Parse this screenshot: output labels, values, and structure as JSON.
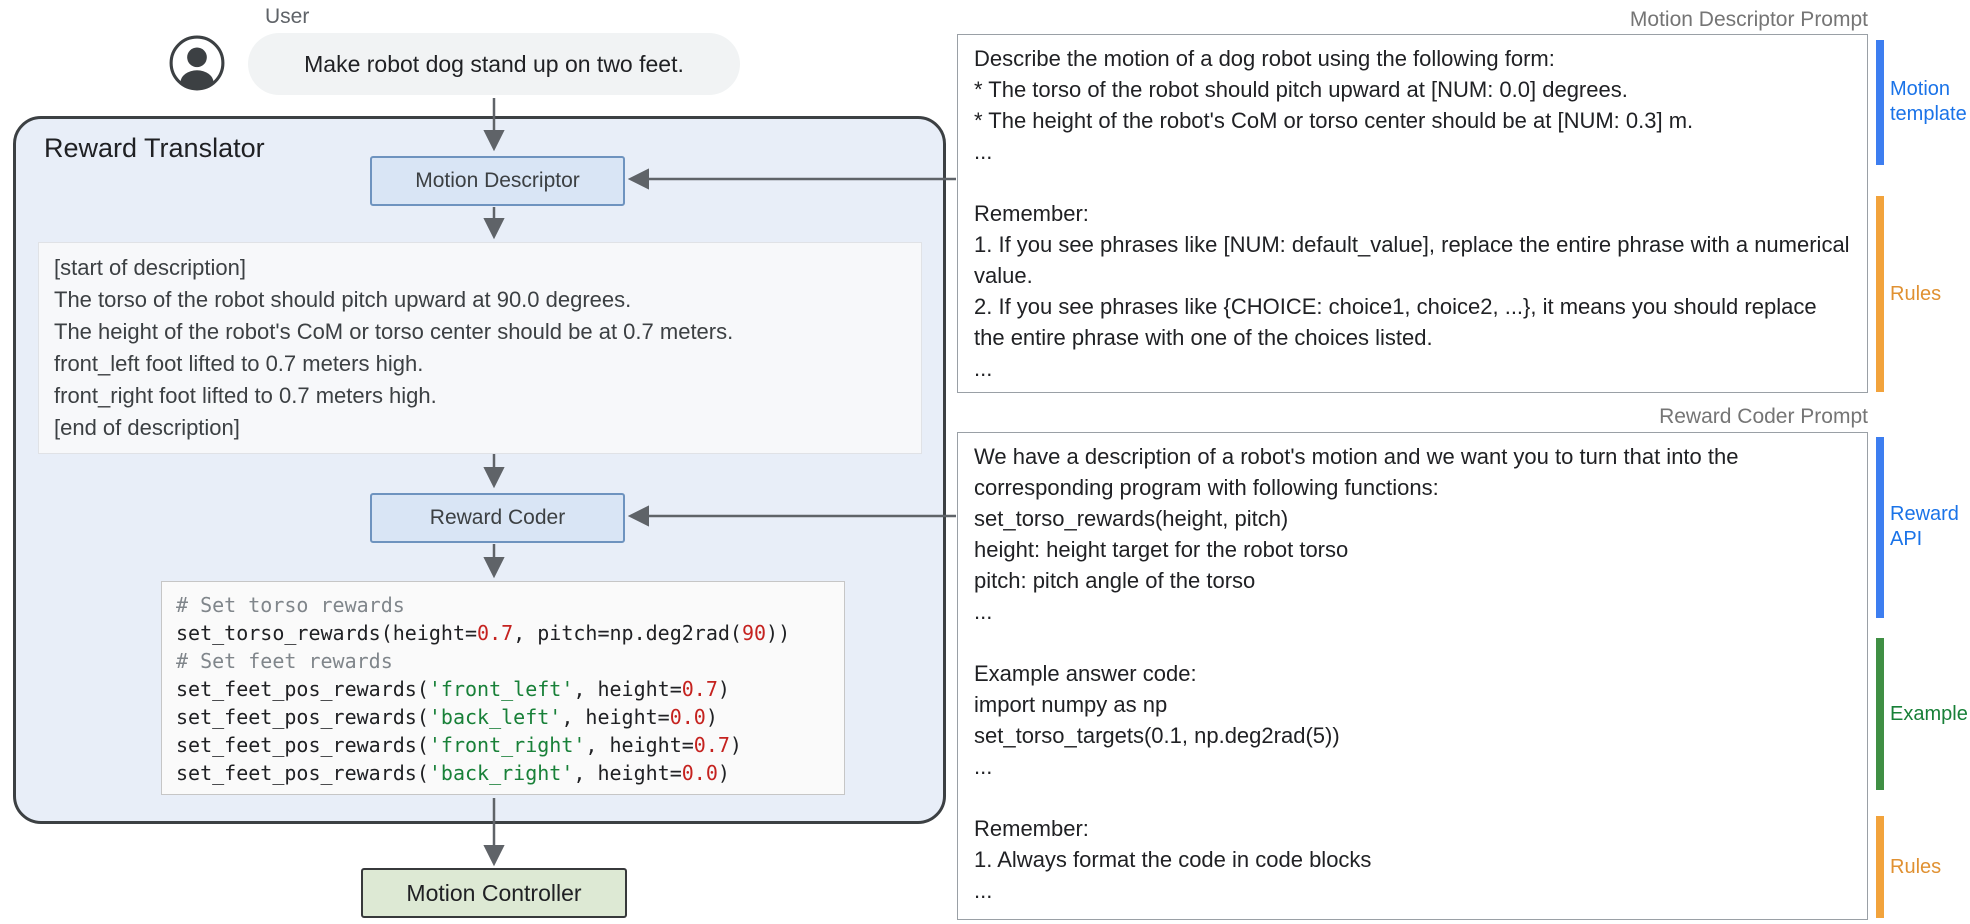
{
  "user": {
    "label": "User",
    "message": "Make robot dog stand up on two feet."
  },
  "reward_translator": {
    "title": "Reward Translator",
    "motion_descriptor_label": "Motion Descriptor",
    "reward_coder_label": "Reward Coder",
    "description_lines": [
      "[start of description]",
      "The torso of the robot should pitch upward at 90.0 degrees.",
      "The height of the robot's CoM or torso center should be at 0.7 meters.",
      "front_left foot lifted to 0.7 meters high.",
      "front_right foot lifted to 0.7 meters high.",
      "[end of description]"
    ],
    "code_lines": [
      {
        "segments": [
          {
            "t": "# Set torso rewards",
            "c": "comment"
          }
        ]
      },
      {
        "segments": [
          {
            "t": "set_torso_rewards(height=",
            "c": "code"
          },
          {
            "t": "0.7",
            "c": "num"
          },
          {
            "t": ", pitch=np.deg2rad(",
            "c": "code"
          },
          {
            "t": "90",
            "c": "num"
          },
          {
            "t": "))",
            "c": "code"
          }
        ]
      },
      {
        "segments": [
          {
            "t": "# Set feet rewards",
            "c": "comment"
          }
        ]
      },
      {
        "segments": [
          {
            "t": "set_feet_pos_rewards(",
            "c": "code"
          },
          {
            "t": "'front_left'",
            "c": "str"
          },
          {
            "t": ", height=",
            "c": "code"
          },
          {
            "t": "0.7",
            "c": "num"
          },
          {
            "t": ")",
            "c": "code"
          }
        ]
      },
      {
        "segments": [
          {
            "t": "set_feet_pos_rewards(",
            "c": "code"
          },
          {
            "t": "'back_left'",
            "c": "str"
          },
          {
            "t": ", height=",
            "c": "code"
          },
          {
            "t": "0.0",
            "c": "num"
          },
          {
            "t": ")",
            "c": "code"
          }
        ]
      },
      {
        "segments": [
          {
            "t": "set_feet_pos_rewards(",
            "c": "code"
          },
          {
            "t": "'front_right'",
            "c": "str"
          },
          {
            "t": ", height=",
            "c": "code"
          },
          {
            "t": "0.7",
            "c": "num"
          },
          {
            "t": ")",
            "c": "code"
          }
        ]
      },
      {
        "segments": [
          {
            "t": "set_feet_pos_rewards(",
            "c": "code"
          },
          {
            "t": "'back_right'",
            "c": "str"
          },
          {
            "t": ", height=",
            "c": "code"
          },
          {
            "t": "0.0",
            "c": "num"
          },
          {
            "t": ")",
            "c": "code"
          }
        ]
      }
    ]
  },
  "motion_controller": {
    "label": "Motion Controller"
  },
  "motion_descriptor_prompt": {
    "title": "Motion Descriptor Prompt",
    "paragraphs": [
      "Describe the motion of a dog robot using the following form:",
      "* The torso of the robot should pitch upward at [NUM: 0.0] degrees.",
      "* The height of the robot's CoM or torso center should be at [NUM: 0.3] m.",
      "...",
      "",
      "Remember:",
      "1. If you see phrases like [NUM: default_value], replace the entire phrase with a numerical value.",
      "2. If you see phrases like {CHOICE: choice1, choice2, ...}, it means you should replace the entire phrase with one of the choices listed.",
      "..."
    ],
    "annotations": [
      {
        "label": "Motion template",
        "bar_color": "#3d7ef0",
        "label_color": "#1a73e8"
      },
      {
        "label": "Rules",
        "bar_color": "#f2a33c",
        "label_color": "#e09132"
      }
    ]
  },
  "reward_coder_prompt": {
    "title": "Reward Coder Prompt",
    "paragraphs": [
      "We have a description of a robot's motion and we want you to turn that into the corresponding program with following functions:",
      "set_torso_rewards(height, pitch)",
      "height: height target for the robot torso",
      "pitch: pitch angle of the torso",
      "...",
      "",
      "Example answer code:",
      "import numpy as np",
      "set_torso_targets(0.1, np.deg2rad(5))",
      "...",
      "",
      "Remember:",
      "1. Always format the code in code blocks",
      "..."
    ],
    "annotations": [
      {
        "label": "Reward API",
        "bar_color": "#3d7ef0",
        "label_color": "#1a73e8"
      },
      {
        "label": "Example",
        "bar_color": "#3f8f44",
        "label_color": "#188038"
      },
      {
        "label": "Rules",
        "bar_color": "#f2a33c",
        "label_color": "#e09132"
      }
    ]
  },
  "colors": {
    "arrow": "#5f6368",
    "code_number": "#c5221f",
    "code_string": "#188038",
    "code_comment": "#80868b"
  }
}
